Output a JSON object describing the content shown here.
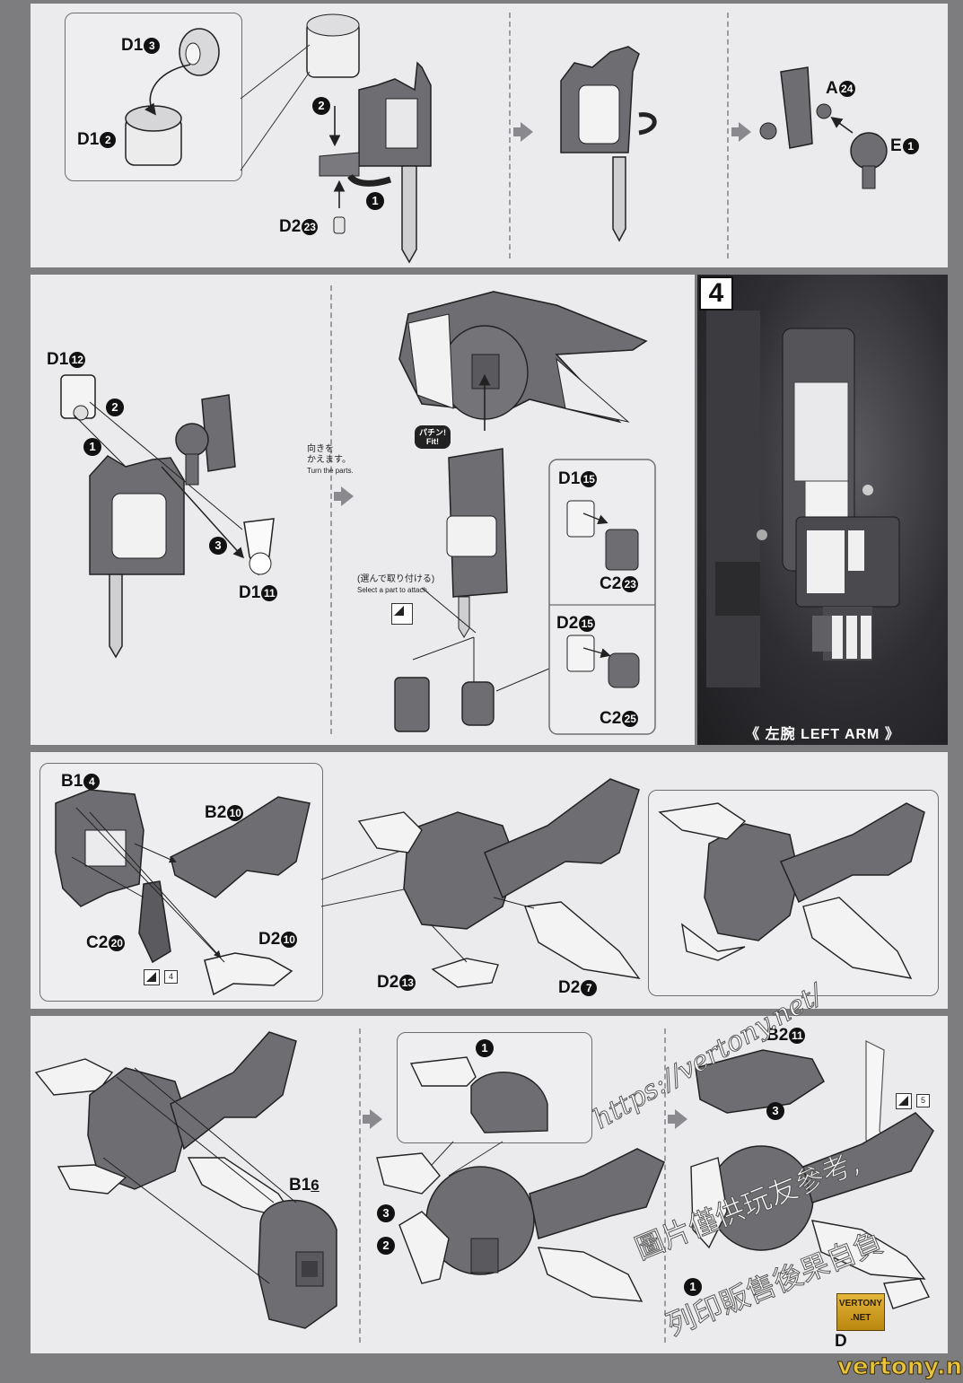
{
  "parts": {
    "d1_3": "D1",
    "d1_3n": "3",
    "d1_2": "D1",
    "d1_2n": "2",
    "d2_23": "D2",
    "d2_23n": "23",
    "a24": "A",
    "a24n": "24",
    "e1": "E",
    "e1n": "1",
    "d1_12": "D1",
    "d1_12n": "12",
    "d1_11": "D1",
    "d1_11n": "11",
    "d1_15": "D1",
    "d1_15n": "15",
    "c2_23": "C2",
    "c2_23n": "23",
    "d2_15": "D2",
    "d2_15n": "15",
    "c2_25": "C2",
    "c2_25n": "25",
    "b1_4": "B1",
    "b1_4n": "4",
    "b2_10": "B2",
    "b2_10n": "10",
    "c2_20": "C2",
    "c2_20n": "20",
    "d2_10": "D2",
    "d2_10n": "10",
    "d2_13": "D2",
    "d2_13n": "13",
    "d2_7": "D2",
    "d2_7n": "7",
    "b1_6": "B1",
    "b1_6n": "6",
    "b2_11": "B2",
    "b2_11n": "11",
    "d_cut": "D"
  },
  "steps": {
    "s1": "1",
    "s2": "2",
    "s3": "3"
  },
  "notes": {
    "turn_jp": "向きを\nかえます。",
    "turn_en": "Turn the parts.",
    "fit_jp": "パチン!",
    "fit_en": "Fit!",
    "select_jp": "(選んで取り付ける)",
    "select_en": "Select a part to attach.",
    "box4": "4",
    "box5": "5"
  },
  "section": {
    "number": "4",
    "title_jp": "左腕",
    "title_en": "LEFT ARM",
    "bracket_open": "《",
    "bracket_close": "》"
  },
  "watermark": {
    "url": "https://vertony.net/",
    "cn_line1": "圖片僅供玩友參考,",
    "cn_line2": "列印販售後果自負",
    "logo_top": "VERTONY",
    "logo_bottom": ".NET",
    "site": "vertony.net"
  },
  "colors": {
    "page_bg": "#7d7d80",
    "panel_bg": "#ebebed",
    "dark_part": "#6e6e72",
    "light_part": "#f4f4f4",
    "watermark": "#ffffff",
    "logo_gold": "#d6a11d"
  }
}
